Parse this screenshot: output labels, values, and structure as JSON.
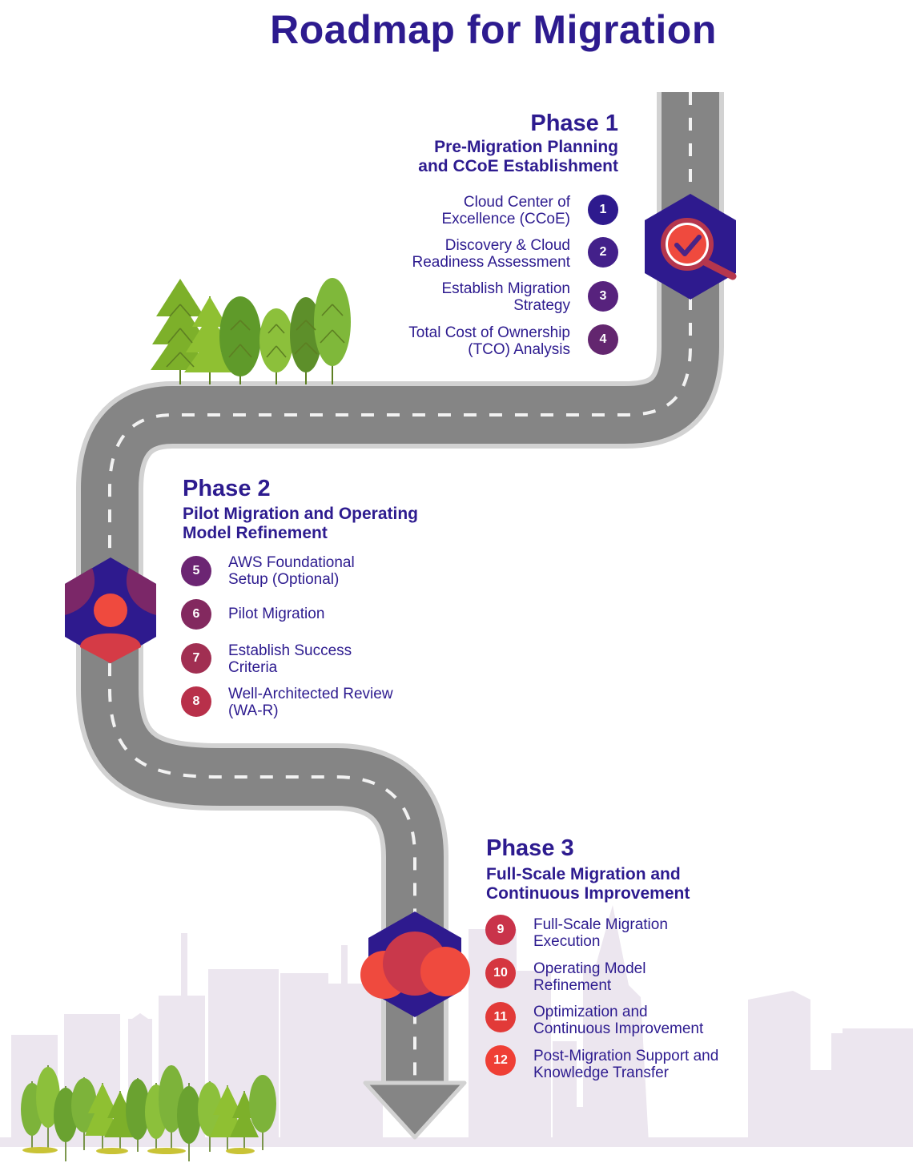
{
  "title": "Roadmap for Migration",
  "phases": [
    {
      "title": "Phase 1",
      "subtitle": "Pre-Migration Planning\nand CCoE Establishment",
      "icon": "magnifier-check-icon",
      "steps": [
        {
          "number": "1",
          "label": "Cloud Center of\nExcellence (CCoE)",
          "color": "#2e1a8e"
        },
        {
          "number": "2",
          "label": "Discovery & Cloud\nReadiness Assessment",
          "color": "#43208a"
        },
        {
          "number": "3",
          "label": "Establish Migration\nStrategy",
          "color": "#57227d"
        },
        {
          "number": "4",
          "label": "Total Cost of Ownership\n(TCO) Analysis",
          "color": "#63266f"
        }
      ]
    },
    {
      "title": "Phase 2",
      "subtitle": "Pilot Migration and Operating\nModel Refinement",
      "icon": "person-icon",
      "steps": [
        {
          "number": "5",
          "label": "AWS Foundational\nSetup (Optional)",
          "color": "#6c2573"
        },
        {
          "number": "6",
          "label": "Pilot Migration",
          "color": "#83295f"
        },
        {
          "number": "7",
          "label": "Establish Success\nCriteria",
          "color": "#a12f52"
        },
        {
          "number": "8",
          "label": "Well-Architected Review\n(WA-R)",
          "color": "#b8304a"
        }
      ]
    },
    {
      "title": "Phase 3",
      "subtitle": "Full-Scale Migration and\nContinuous Improvement",
      "icon": "cloud-icon",
      "steps": [
        {
          "number": "9",
          "label": "Full-Scale Migration\nExecution",
          "color": "#c9334a"
        },
        {
          "number": "10",
          "label": "Operating Model\nRefinement",
          "color": "#d5363f"
        },
        {
          "number": "11",
          "label": "Optimization and\nContinuous Improvement",
          "color": "#e23a38"
        },
        {
          "number": "12",
          "label": "Post-Migration Support and\nKnowledge Transfer",
          "color": "#ef3f35"
        }
      ]
    }
  ]
}
